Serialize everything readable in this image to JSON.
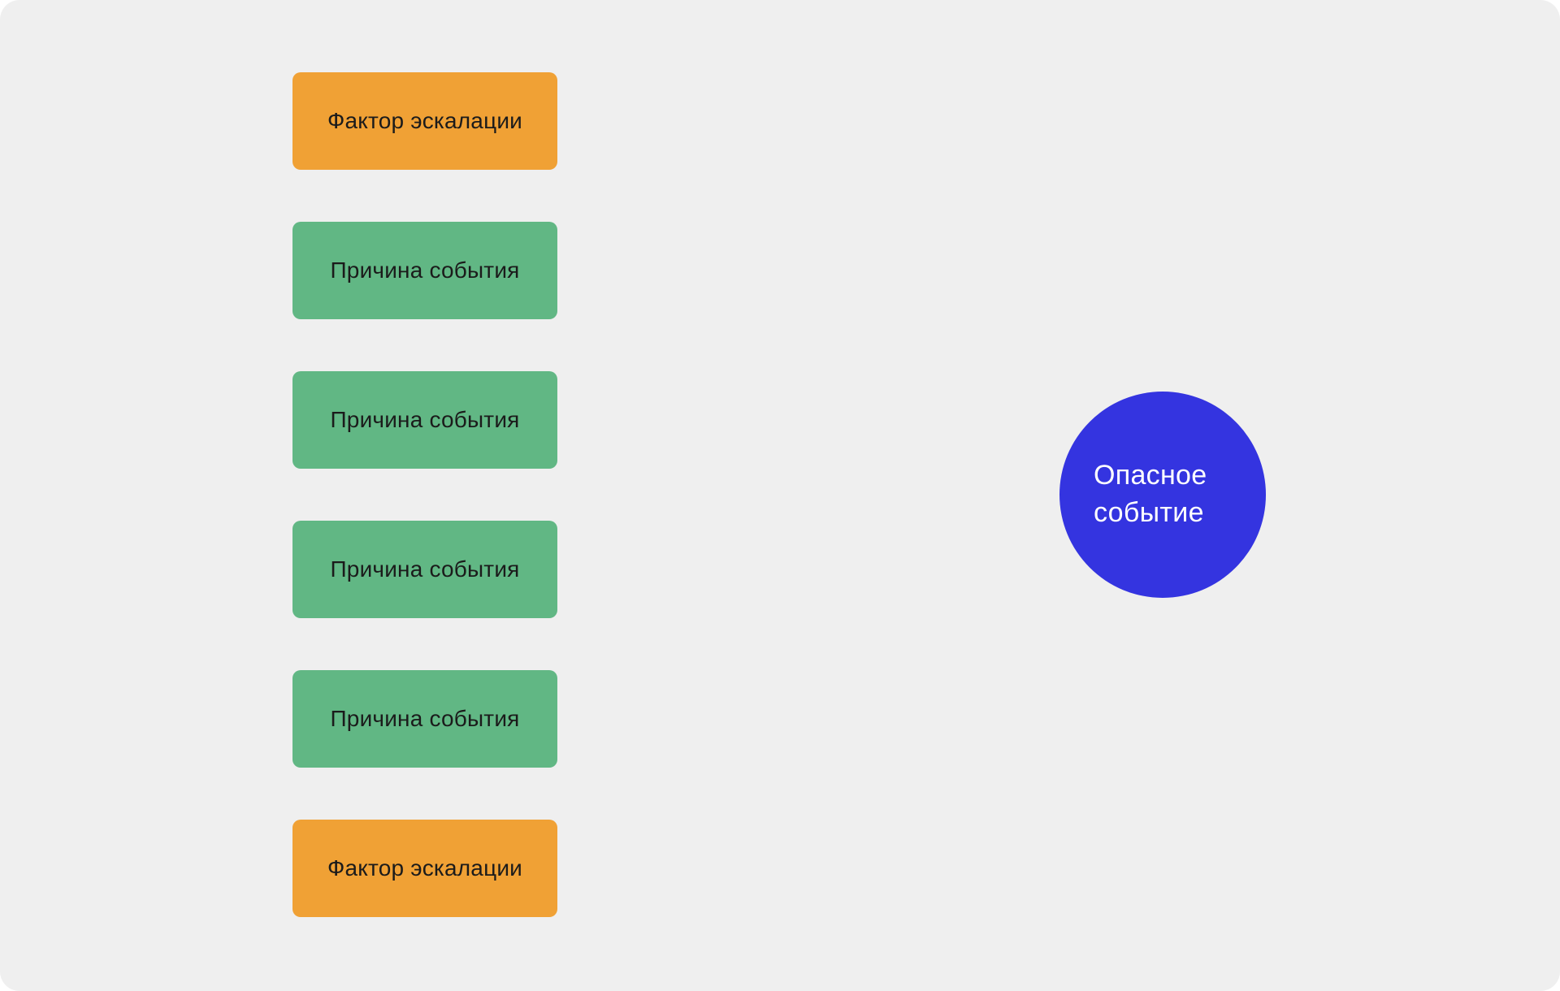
{
  "canvas": {
    "background": "#efefef"
  },
  "diagram": {
    "kind": "bowtie-left-side",
    "nodes": [
      {
        "type": "escalation-factor",
        "label": "Фактор эскалации",
        "color": "#f0a135",
        "text_color": "#1b1b1b"
      },
      {
        "type": "cause",
        "label": "Причина события",
        "color": "#61b784",
        "text_color": "#1b1b1b"
      },
      {
        "type": "cause",
        "label": "Причина события",
        "color": "#61b784",
        "text_color": "#1b1b1b"
      },
      {
        "type": "cause",
        "label": "Причина события",
        "color": "#61b784",
        "text_color": "#1b1b1b"
      },
      {
        "type": "cause",
        "label": "Причина события",
        "color": "#61b784",
        "text_color": "#1b1b1b"
      },
      {
        "type": "escalation-factor",
        "label": "Фактор эскалации",
        "color": "#f0a135",
        "text_color": "#1b1b1b"
      }
    ],
    "hazard_event": {
      "label": "Опасное событие",
      "color": "#3434e0",
      "text_color": "#ffffff"
    }
  }
}
